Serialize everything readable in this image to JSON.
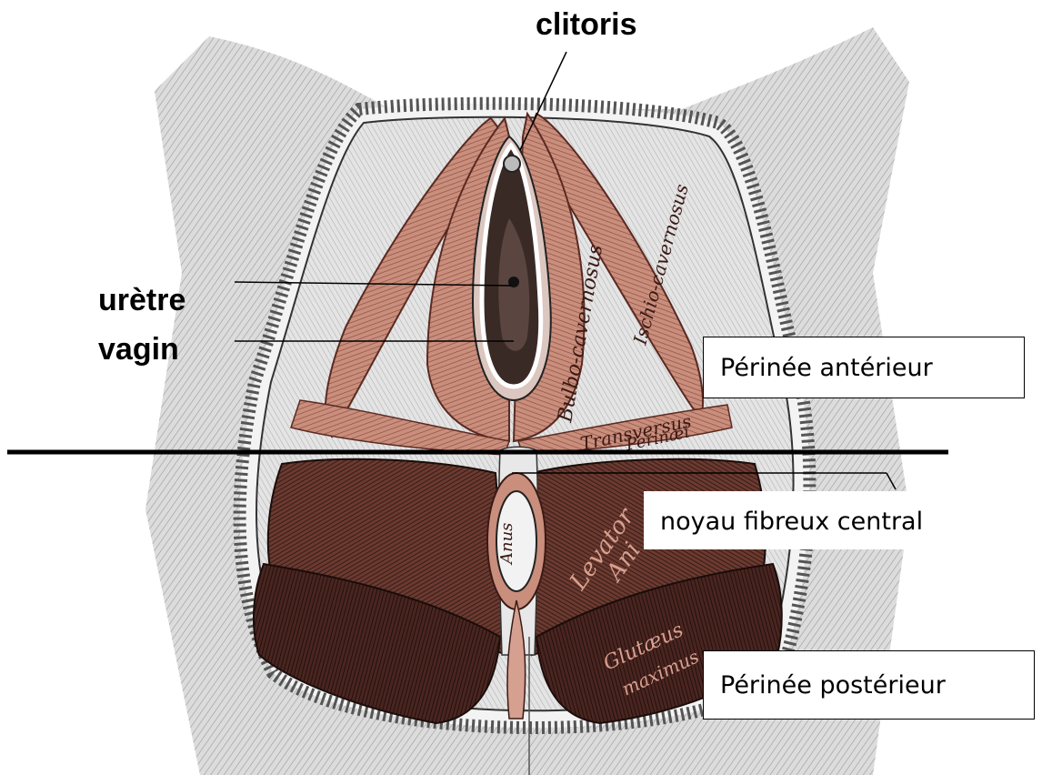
{
  "labels": {
    "clitoris": "clitoris",
    "uretre": "urètre",
    "vagin": "vagin",
    "perinee_anterieur": "Périnée antérieur",
    "noyau": "noyau fibreux central",
    "perinee_posterieur": "Périnée postérieur"
  },
  "illustration_labels": {
    "bulbo": "Bulbo-cavernosus",
    "ischio": "Ischio-cavernosus",
    "transversus": "Transversus",
    "perinaei": "Perinæi",
    "levator": "Levator",
    "ani": "Ani",
    "anus": "Anus",
    "gluteus": "Glutæus",
    "maximus": "maximus"
  },
  "colors": {
    "muscle": "#c98e7c",
    "muscle_dark": "#5a2a22",
    "skin": "#d9d9d9",
    "cavity": "#efefef",
    "outline": "#333333"
  }
}
